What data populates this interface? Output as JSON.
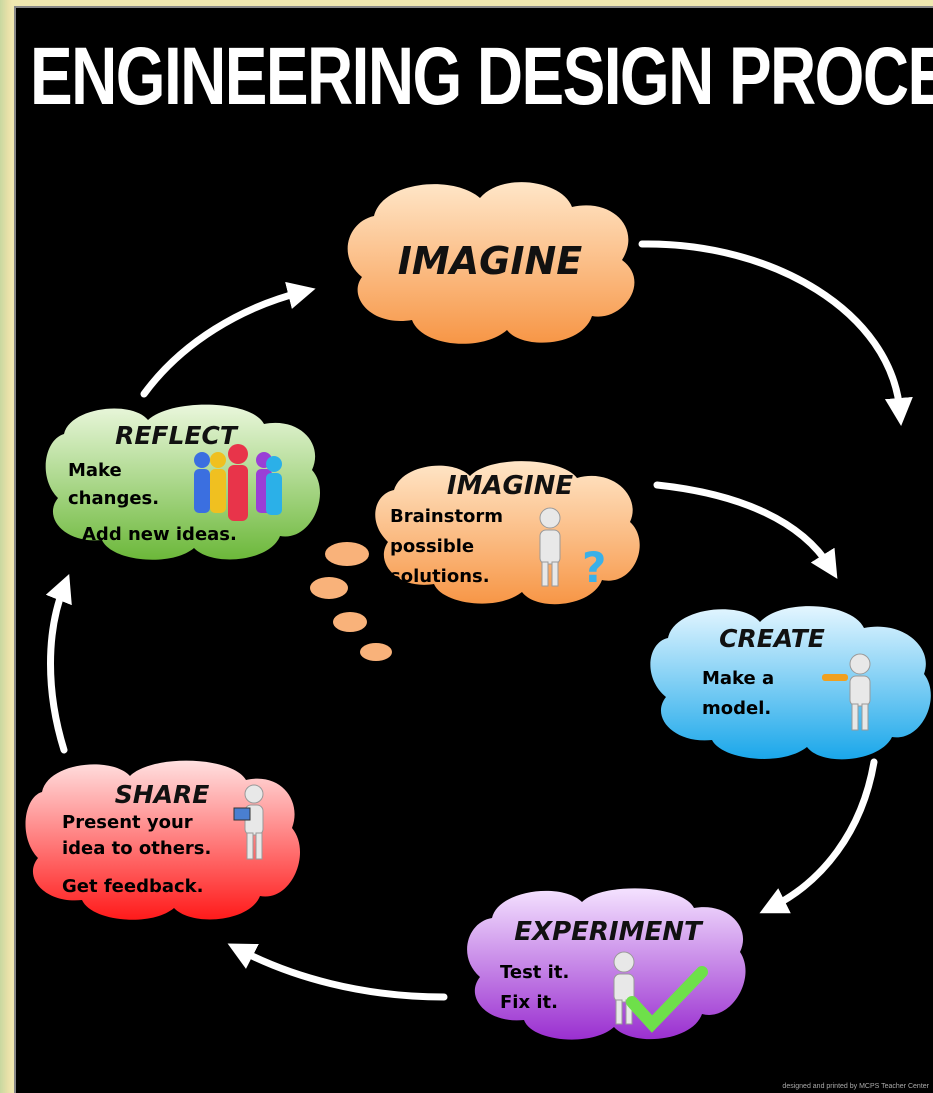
{
  "title": "ENGINEERING DESIGN PROCESS",
  "steps": {
    "imagine_top": {
      "heading": "IMAGINE"
    },
    "imagine": {
      "heading": "IMAGINE",
      "line1": "Brainstorm",
      "line2": "possible",
      "line3": "solutions."
    },
    "create": {
      "heading": "CREATE",
      "line1": "Make a",
      "line2": "model."
    },
    "experiment": {
      "heading": "EXPERIMENT",
      "line1": "Test it.",
      "line2": "Fix it."
    },
    "share": {
      "heading": "SHARE",
      "line1": "Present your",
      "line2": "idea to others.",
      "line3": "Get feedback."
    },
    "reflect": {
      "heading": "REFLECT",
      "line1": "Make",
      "line2": "changes.",
      "line3": "Add new ideas."
    }
  },
  "credit": "designed and printed by MCPS Teacher Center",
  "colors": {
    "background": "#000000",
    "imagine": "#f7a35c",
    "create": "#27aee8",
    "experiment": "#a63fd6",
    "share": "#ff2a2a",
    "reflect": "#7cc243",
    "arrow": "#ffffff"
  },
  "icons": [
    "thinking-figure-icon",
    "wrench-figure-icon",
    "checkmark-figure-icon",
    "tablet-figure-icon",
    "people-group-icon"
  ]
}
